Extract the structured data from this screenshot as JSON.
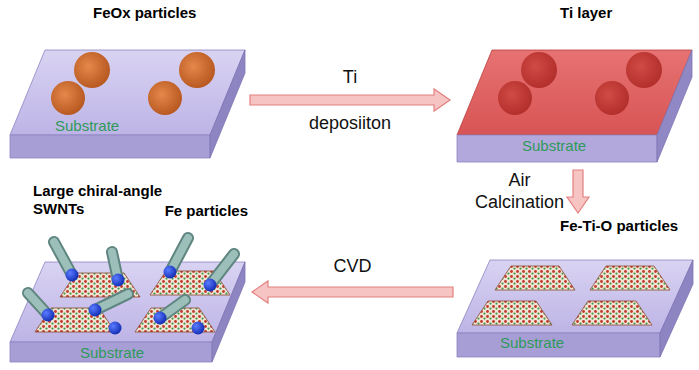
{
  "diagram": {
    "nodes": [
      {
        "text": [
          "FeOx particles",
          "Substrate"
        ]
      },
      {
        "text": [
          "Ti layer",
          "Substrate"
        ]
      },
      {
        "text": [
          "Large chiral-angle SWNTs",
          "Fe particles",
          "Substrate"
        ]
      },
      {
        "text": [
          "Fe-Ti-O particles",
          "Substrate"
        ]
      }
    ],
    "edges": [
      {
        "from": 0,
        "to": 1,
        "arrow": "to",
        "label": "Ti deposiiton"
      },
      {
        "from": 1,
        "to": 3,
        "arrow": "to",
        "label": "Air Calcination"
      },
      {
        "from": 3,
        "to": 2,
        "arrow": "to",
        "label": "CVD"
      }
    ]
  }
}
